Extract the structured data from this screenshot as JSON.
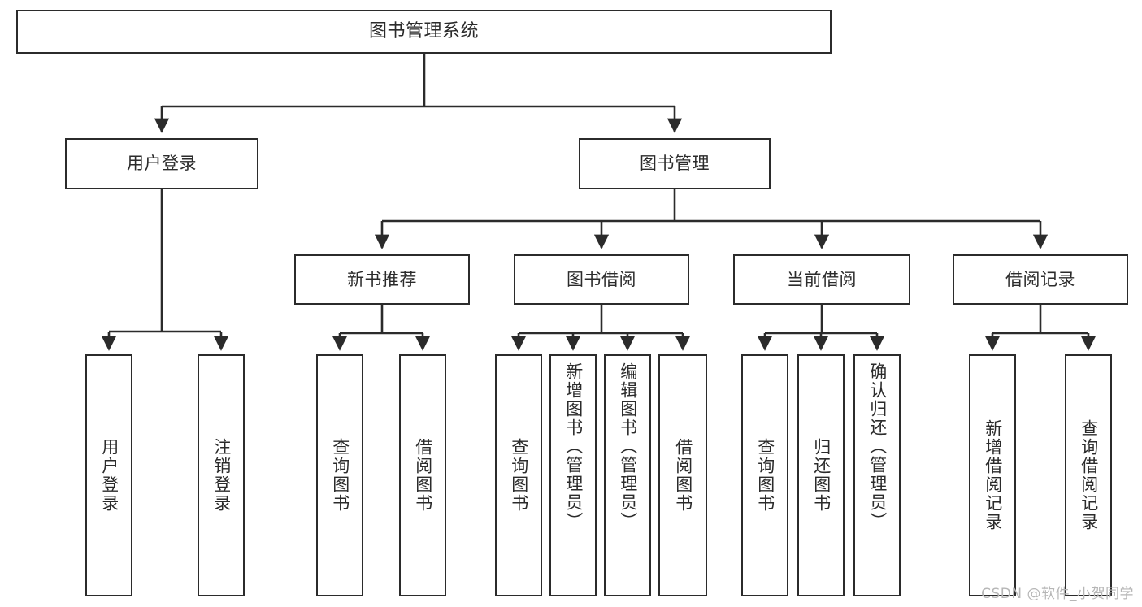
{
  "diagram": {
    "title": "图书管理系统",
    "type": "tree",
    "orientation": "top-down",
    "colors": {
      "box_border": "#2b2b2b",
      "box_fill": "#ffffff",
      "edge": "#2b2b2b",
      "background": "#ffffff",
      "watermark": "#b6b6b6"
    },
    "root": {
      "id": "root",
      "label": "图书管理系统"
    },
    "level1": [
      {
        "id": "user-login",
        "label": "用户登录"
      },
      {
        "id": "book-manage",
        "label": "图书管理"
      }
    ],
    "level2": [
      {
        "id": "new-book-rec",
        "label": "新书推荐",
        "parent": "book-manage"
      },
      {
        "id": "book-borrow",
        "label": "图书借阅",
        "parent": "book-manage"
      },
      {
        "id": "current-borrow",
        "label": "当前借阅",
        "parent": "book-manage"
      },
      {
        "id": "borrow-record",
        "label": "借阅记录",
        "parent": "book-manage"
      }
    ],
    "leaves": [
      {
        "id": "leaf-user-login",
        "label": "用户登录",
        "parent": "user-login"
      },
      {
        "id": "leaf-logout-login",
        "label": "注销登录",
        "parent": "user-login"
      },
      {
        "id": "leaf-query-book-1",
        "label": "查询图书",
        "parent": "new-book-rec"
      },
      {
        "id": "leaf-borrow-book-1",
        "label": "借阅图书",
        "parent": "new-book-rec"
      },
      {
        "id": "leaf-query-book-2",
        "label": "查询图书",
        "parent": "book-borrow"
      },
      {
        "id": "leaf-add-book",
        "label": "新增图书（管理员）",
        "parent": "book-borrow"
      },
      {
        "id": "leaf-edit-book",
        "label": "编辑图书（管理员）",
        "parent": "book-borrow"
      },
      {
        "id": "leaf-borrow-book-2",
        "label": "借阅图书",
        "parent": "book-borrow"
      },
      {
        "id": "leaf-query-book-3",
        "label": "查询图书",
        "parent": "current-borrow"
      },
      {
        "id": "leaf-return-book",
        "label": "归还图书",
        "parent": "current-borrow"
      },
      {
        "id": "leaf-confirm-return",
        "label": "确认归还（管理员）",
        "parent": "current-borrow"
      },
      {
        "id": "leaf-add-record",
        "label": "新增借阅记录",
        "parent": "borrow-record"
      },
      {
        "id": "leaf-query-record",
        "label": "查询借阅记录",
        "parent": "borrow-record"
      }
    ]
  },
  "watermark": {
    "text": "CSDN @软件_小贺同学"
  }
}
